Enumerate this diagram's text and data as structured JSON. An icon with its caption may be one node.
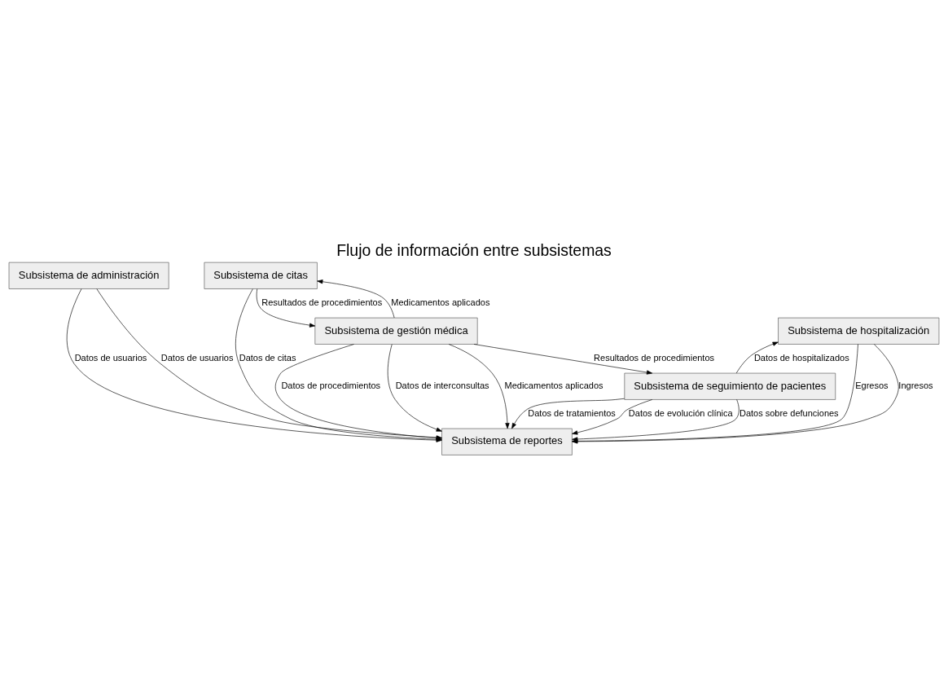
{
  "diagram": {
    "title": "Flujo de información entre subsistemas",
    "nodes": [
      {
        "text": [
          "Subsistema de citas"
        ]
      },
      {
        "text": [
          "Subsistema de administración"
        ]
      },
      {
        "text": [
          "Subsistema de reportes"
        ]
      },
      {
        "text": [
          "Subsistema de hospitalización"
        ]
      },
      {
        "text": [
          "Subsistema de gestión médica"
        ]
      },
      {
        "text": [
          "Subsistema de seguimiento de pacientes"
        ]
      }
    ],
    "edges": [
      {
        "from": 0,
        "to": 2,
        "arrow": "to",
        "label": "Datos de citas"
      },
      {
        "from": 1,
        "to": 2,
        "arrow": "to",
        "label": "Datos de usuarios"
      },
      {
        "from": 1,
        "to": 2,
        "arrow": "to",
        "label": "Datos de usuarios"
      },
      {
        "from": 0,
        "to": 4,
        "arrow": "to",
        "label": "Resultados de procedimientos"
      },
      {
        "from": 4,
        "to": 2,
        "arrow": "to",
        "label": "Medicamentos aplicados"
      },
      {
        "from": 4,
        "to": 0,
        "arrow": "to",
        "label": "Medicamentos aplicados"
      },
      {
        "from": 4,
        "to": 2,
        "arrow": "to",
        "label": "Datos de procedimientos"
      },
      {
        "from": 4,
        "to": 2,
        "arrow": "to",
        "label": "Datos de interconsultas"
      },
      {
        "from": 3,
        "to": 2,
        "arrow": "to",
        "label": "Ingresos"
      },
      {
        "from": 3,
        "to": 2,
        "arrow": "to",
        "label": "Egresos"
      },
      {
        "from": 5,
        "to": 3,
        "arrow": "to",
        "label": "Datos de hospitalizados"
      },
      {
        "from": 5,
        "to": 2,
        "arrow": "to",
        "label": "Datos sobre defunciones"
      },
      {
        "from": 5,
        "to": 2,
        "arrow": "to",
        "label": "Datos de tratamientos"
      },
      {
        "from": 5,
        "to": 2,
        "arrow": "to",
        "label": "Datos de evolución clínica"
      },
      {
        "from": 4,
        "to": 5,
        "arrow": "to",
        "label": "Resultados de procedimientos"
      }
    ]
  }
}
